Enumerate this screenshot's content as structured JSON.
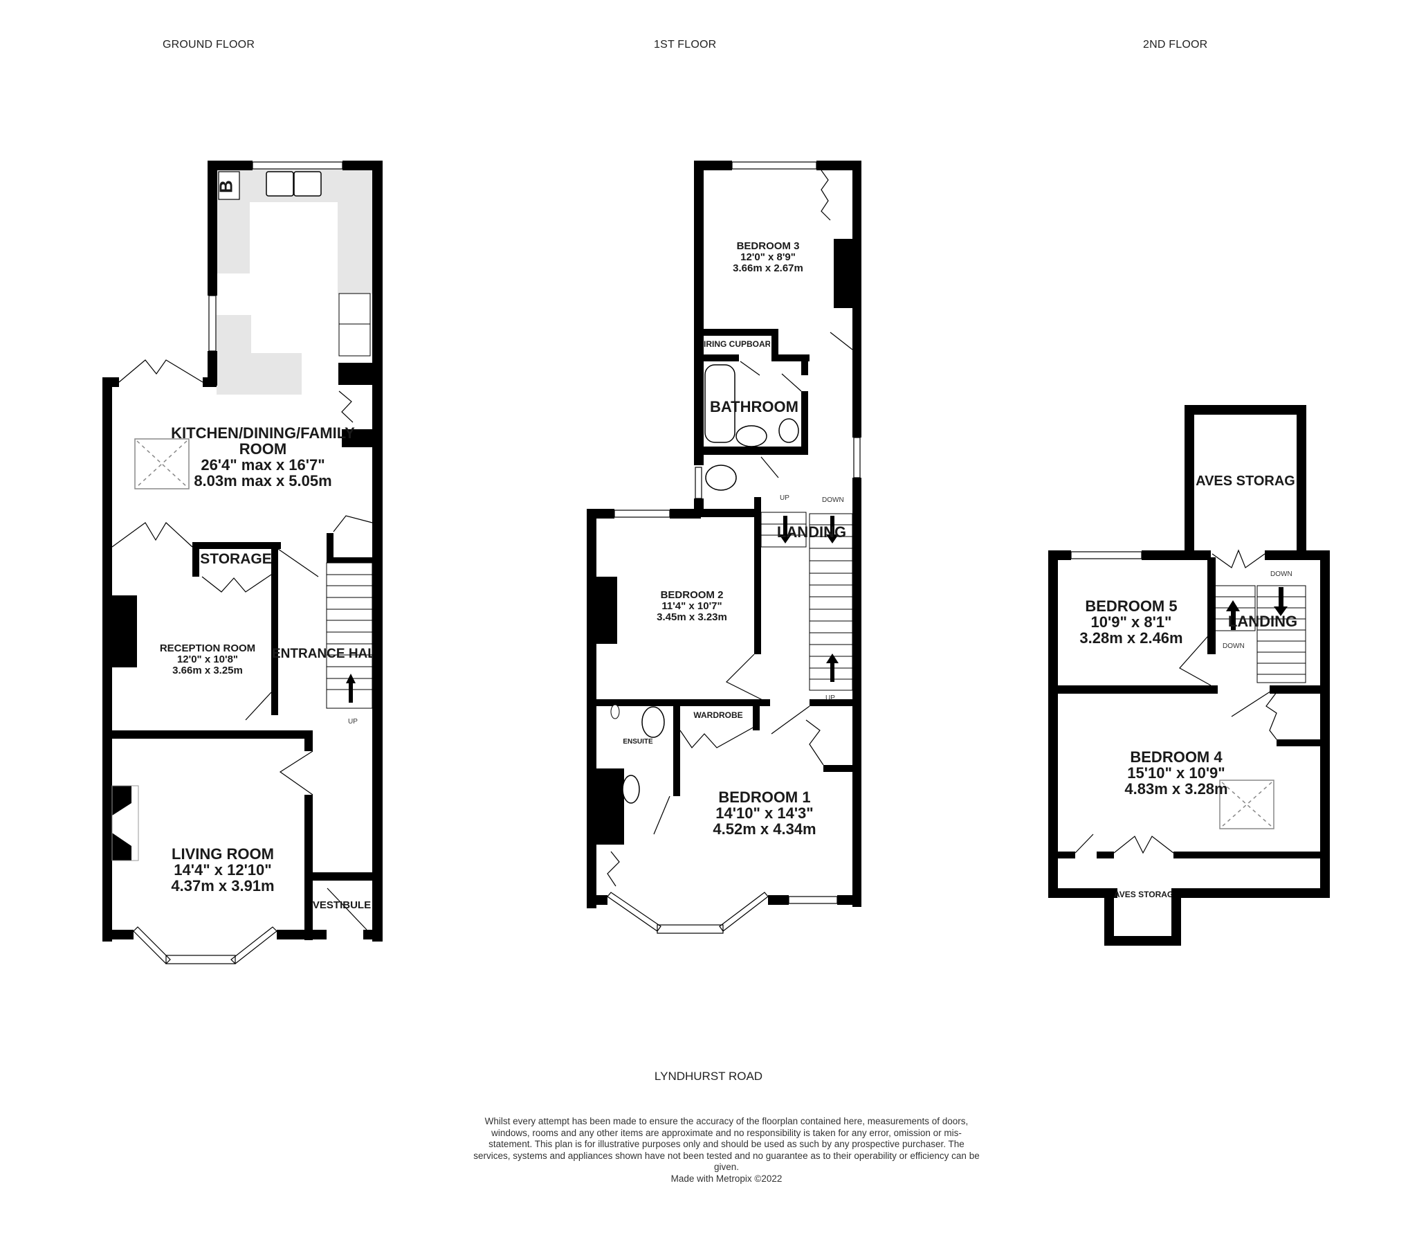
{
  "floors": {
    "ground": {
      "title": "GROUND FLOOR",
      "rooms": {
        "kitchen": {
          "name_line1": "KITCHEN/DINING/FAMILY",
          "name_line2": "ROOM",
          "imperial": "26'4\" max x 16'7\"",
          "metric": "8.03m max x 5.05m"
        },
        "storage": {
          "name": "STORAGE"
        },
        "reception": {
          "name": "RECEPTION ROOM",
          "imperial": "12'0\"  x 10'8\"",
          "metric": "3.66m  x 3.25m"
        },
        "entrance_hall": {
          "name": "ENTRANCE HAL"
        },
        "living": {
          "name": "LIVING ROOM",
          "imperial": "14'4\"  x 12'10\"",
          "metric": "4.37m  x 3.91m"
        },
        "vestibule": {
          "name": "VESTIBULE"
        }
      },
      "boiler_label": "B",
      "stairs_label": "UP"
    },
    "first": {
      "title": "1ST FLOOR",
      "rooms": {
        "bedroom3": {
          "name": "BEDROOM 3",
          "imperial": "12'0\"  x 8'9\"",
          "metric": "3.66m  x 2.67m"
        },
        "airing_cupboard": {
          "name": "IRING CUPBOAR"
        },
        "bathroom": {
          "name": "BATHROOM"
        },
        "landing": {
          "name": "LANDING"
        },
        "bedroom2": {
          "name": "BEDROOM 2",
          "imperial": "11'4\"  x 10'7\"",
          "metric": "3.45m  x 3.23m"
        },
        "ensuite": {
          "name": "ENSUITE"
        },
        "wardrobe": {
          "name": "WARDROBE"
        },
        "bedroom1": {
          "name": "BEDROOM 1",
          "imperial": "14'10\"  x 14'3\"",
          "metric": "4.52m  x 4.34m"
        }
      },
      "stairs_up": "UP",
      "stairs_down": "DOWN",
      "stairs_up_lower": "UP"
    },
    "second": {
      "title": "2ND FLOOR",
      "rooms": {
        "eaves_top": {
          "name": "AVES STORAG"
        },
        "bedroom5": {
          "name": "BEDROOM 5",
          "imperial": "10'9\"  x 8'1\"",
          "metric": "3.28m  x 2.46m"
        },
        "landing": {
          "name": "LANDING"
        },
        "bedroom4": {
          "name": "BEDROOM 4",
          "imperial": "15'10\"  x 10'9\"",
          "metric": "4.83m  x 3.28m"
        },
        "eaves_bottom": {
          "name": "AVES STORAG"
        }
      },
      "stairs_down_1": "DOWN",
      "stairs_down_2": "DOWN"
    }
  },
  "footer": {
    "address": "LYNDHURST ROAD",
    "disclaimer": "Whilst every attempt has been made to ensure the accuracy of the floorplan contained here, measurements of doors, windows, rooms and any other items are approximate and no responsibility is taken for any error, omission or mis-statement. This plan is for illustrative purposes only and should be used as such by any prospective purchaser. The services, systems and appliances shown have not been tested and no guarantee as to their operability or efficiency can be given.",
    "made_with": "Made with Metropix ©2022"
  },
  "colors": {
    "wall": "#000000",
    "worktop": "#e6e6e6",
    "background": "#ffffff"
  }
}
